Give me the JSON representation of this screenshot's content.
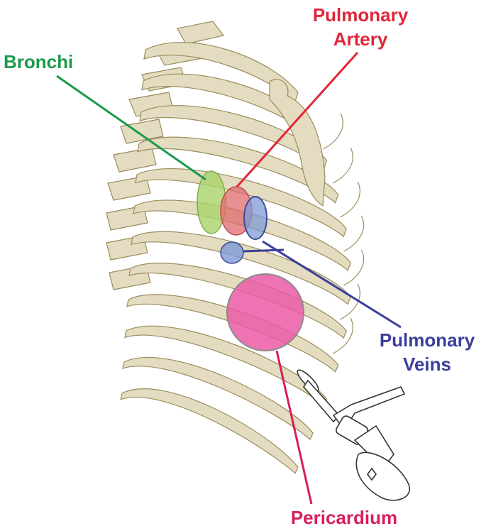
{
  "labels": {
    "bronchi": "Bronchi",
    "artery_line1": "Pulmonary",
    "artery_line2": "Artery",
    "veins_line1": "Pulmonary",
    "veins_line2": "Veins",
    "pericardium": "Pericardium"
  },
  "colors": {
    "bronchi": "#1a9a4a",
    "artery": "#e0253a",
    "veins": "#3a3f9a",
    "pericardium": "#d81e5b",
    "rib": "#e4dcc0",
    "rib_stroke": "#9a8c5c",
    "bronchi_fill": "#a9d36c",
    "artery_fill": "#e06a6e",
    "veins_fill": "#7f9ad6",
    "pericardium_fill": "#ea5aa6"
  },
  "icons": {
    "ribcage": "ribcage-illustration",
    "probe": "surgical-probe-icon"
  }
}
